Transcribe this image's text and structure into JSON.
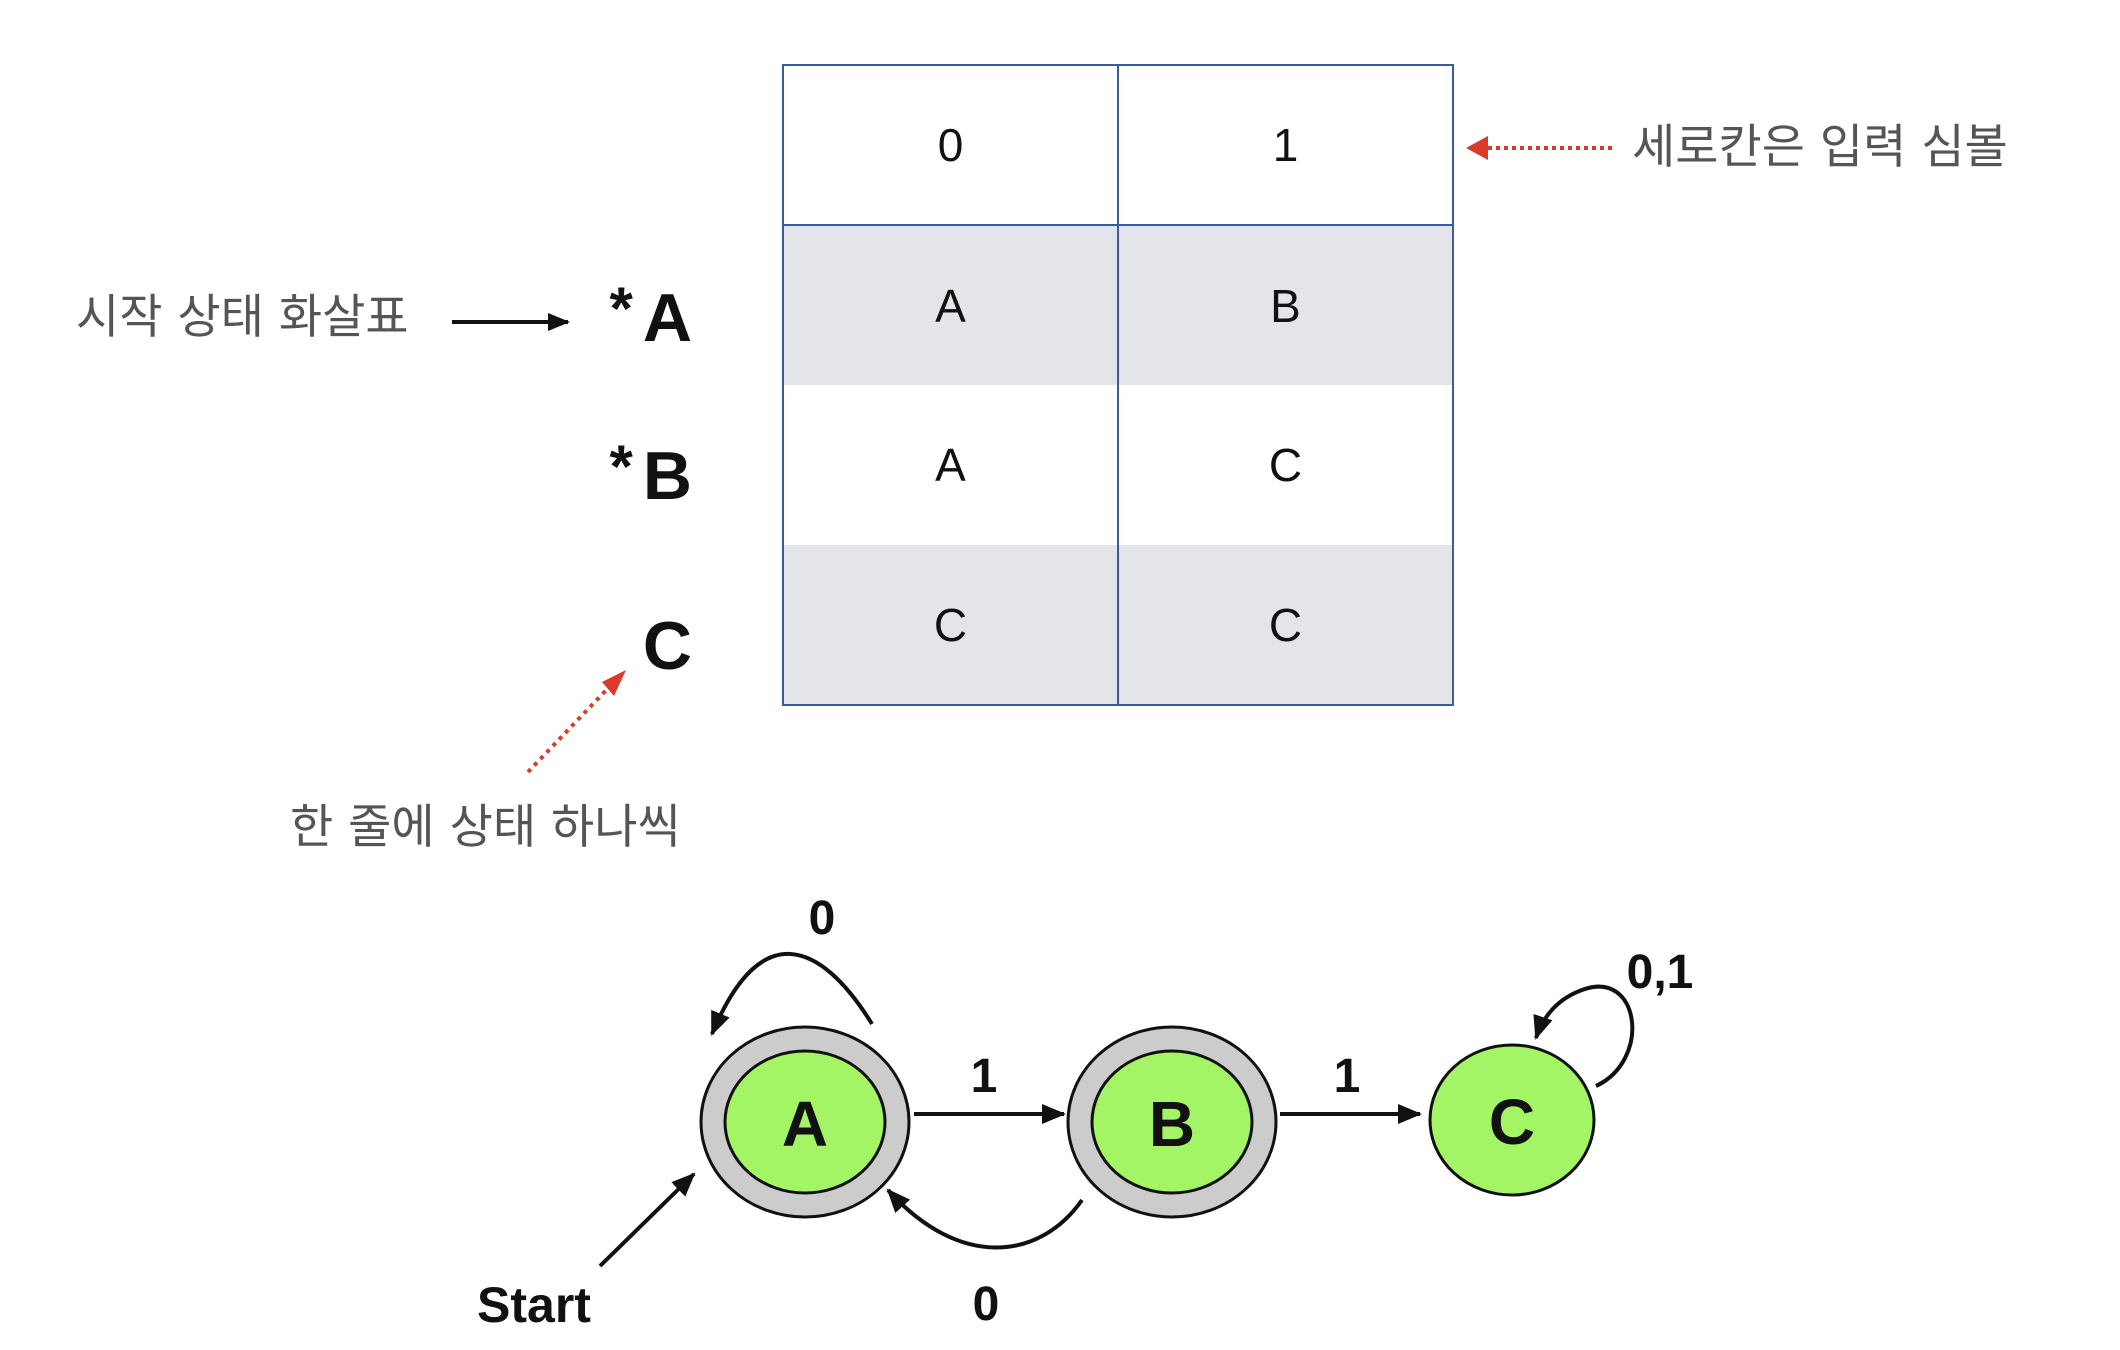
{
  "table": {
    "columns": [
      "0",
      "1"
    ],
    "rows": [
      {
        "label": "A",
        "star": "*",
        "cells": [
          "A",
          "B"
        ]
      },
      {
        "label": "B",
        "star": "*",
        "cells": [
          "A",
          "C"
        ]
      },
      {
        "label": "C",
        "star": "",
        "cells": [
          "C",
          "C"
        ]
      }
    ]
  },
  "annotations": {
    "input_symbols": "세로칸은 입력 심볼",
    "start_arrow": "시작 상태 화살표",
    "one_state_per_row": "한 줄에 상태 하나씩"
  },
  "diagram": {
    "states": [
      {
        "id": "A",
        "label": "A",
        "accepting": true
      },
      {
        "id": "B",
        "label": "B",
        "accepting": true
      },
      {
        "id": "C",
        "label": "C",
        "accepting": false
      }
    ],
    "start_label": "Start",
    "transitions": [
      {
        "from": "A",
        "to": "A",
        "label": "0"
      },
      {
        "from": "A",
        "to": "B",
        "label": "1"
      },
      {
        "from": "B",
        "to": "A",
        "label": "0"
      },
      {
        "from": "B",
        "to": "C",
        "label": "1"
      },
      {
        "from": "C",
        "to": "C",
        "label": "0,1"
      }
    ],
    "colors": {
      "state_fill": "#a3f566",
      "accepting_ring": "#cccccc",
      "annotation_arrow": "#d93a2b",
      "table_border": "#3b5aa0",
      "row_shade": "#e3e5e9"
    }
  }
}
